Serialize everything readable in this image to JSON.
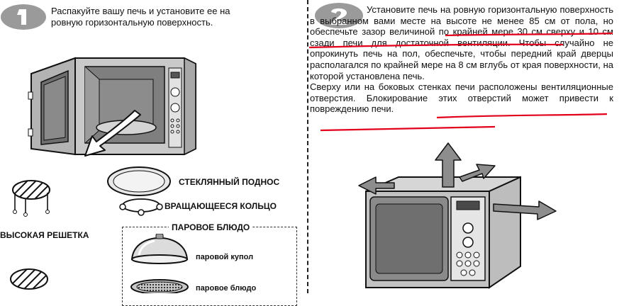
{
  "step1": {
    "number": "1",
    "text": "Распакуйте вашу печь и установите ее на ровную горизонтальную поверхность."
  },
  "step2": {
    "number": "2",
    "para1": "Установите печь на ровную горизонтальную поверхность в выбранном вами месте на высоте не менее 85 см от пола, но обеспечьте зазор величиной по крайней мере 30 см сверху и 10 см сзади печи для достаточной вентиляции. Чтобы случайно не опрокинуть печь на пол, обеспечьте, чтобы передний край дверцы располагался по крайней мере на 8 см вглубь от края поверхности, на которой установлена печь.",
    "para2": "Сверху или на боковых стенках печи расположены вентиляционные отверстия. Блокирование этих отверстий может привести к повреждению печи."
  },
  "parts": {
    "glass_tray": "СТЕКЛЯННЫЙ ПОДНОС",
    "rotating_ring": "ВРАЩАЮЩЕЕСЯ КОЛЬЦО",
    "high_rack": "ВЫСОКАЯ РЕШЕТКА",
    "steam_group": "ПАРОВОЕ БЛЮДО",
    "steam_lid": "паровой купол",
    "steam_dish": "паровое блюдо"
  },
  "colors": {
    "highlight": "#e3001b",
    "badge": "#9a9a9a",
    "ink": "#111111"
  }
}
